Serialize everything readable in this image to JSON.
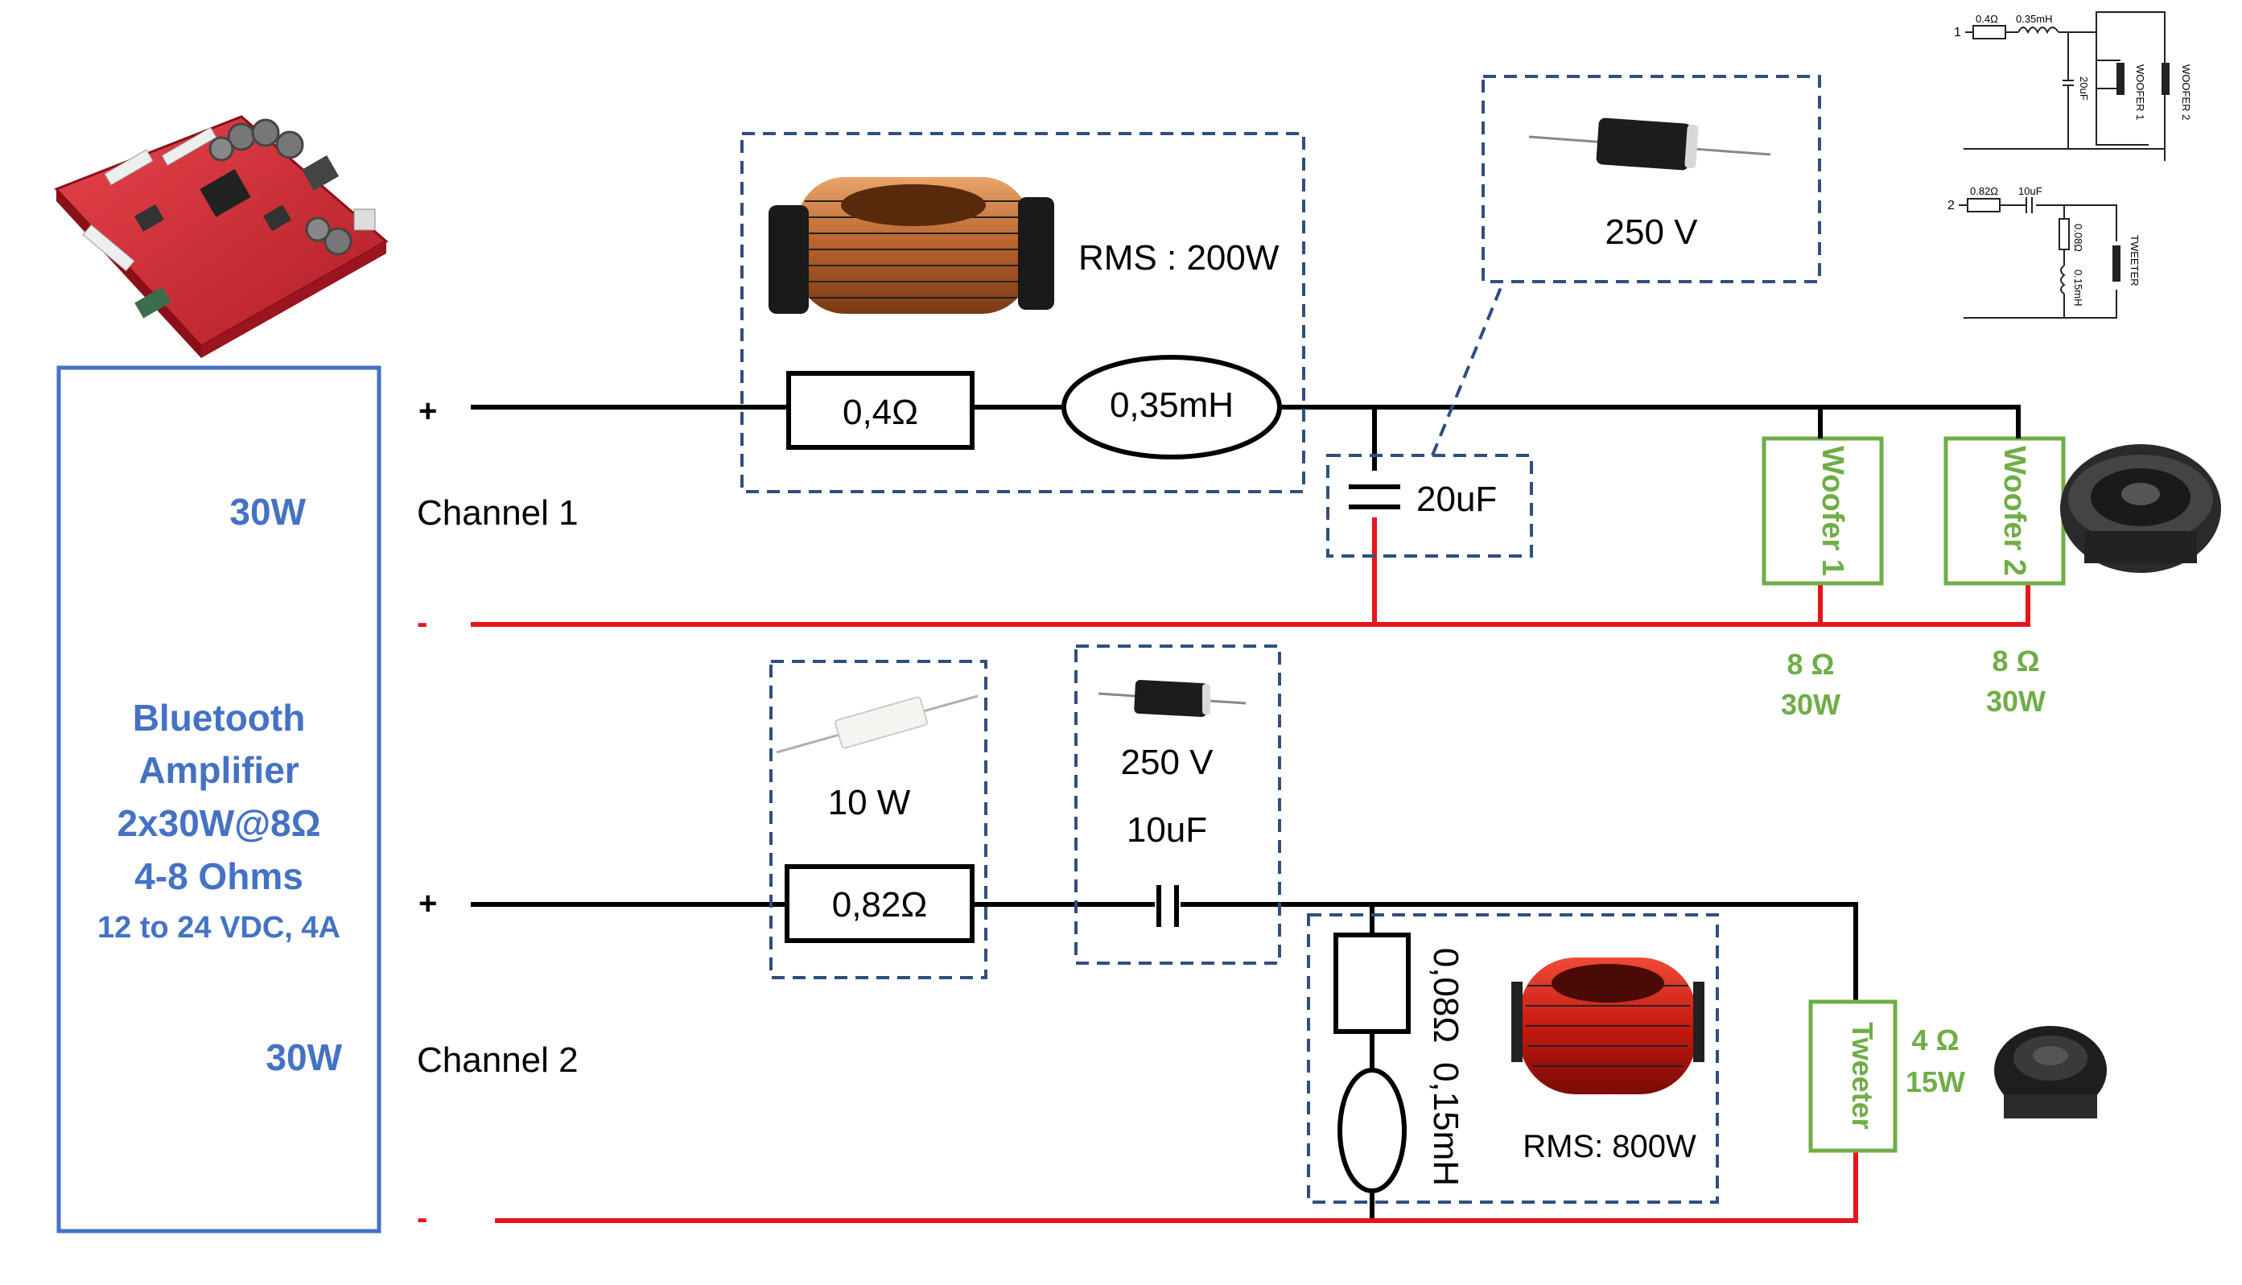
{
  "amplifier": {
    "name_line1": "Bluetooth",
    "name_line2": "Amplifier",
    "rating": "2x30W@8Ω",
    "impedance": "4-8 Ohms",
    "supply": "12 to 24 VDC, 4A",
    "ch1_power": "30W",
    "ch2_power": "30W"
  },
  "channel1": {
    "label": "Channel 1",
    "plus": "+",
    "minus": "-",
    "resistor": "0,4Ω",
    "inductor": "0,35mH",
    "inductor_rms": "RMS : 200W",
    "capacitor": "20uF",
    "capacitor_voltage": "250 V",
    "woofer1": "Woofer 1",
    "woofer2": "Woofer 2",
    "woofer1_impedance": "8 Ω",
    "woofer1_power": "30W",
    "woofer2_impedance": "8 Ω",
    "woofer2_power": "30W"
  },
  "channel2": {
    "label": "Channel 2",
    "plus": "+",
    "minus": "-",
    "resistor": "0,82Ω",
    "resistor_power": "10 W",
    "capacitor_voltage": "250 V",
    "capacitor": "10uF",
    "shunt_resistor": "0,08Ω",
    "shunt_inductor": "0,15mH",
    "inductor_rms": "RMS: 800W",
    "tweeter": "Tweeter",
    "tweeter_impedance": "4 Ω",
    "tweeter_power": "15W"
  },
  "mini_schematic": {
    "n1": "1",
    "r1": "0.4Ω",
    "l1": "0.35mH",
    "c1": "20uF",
    "woofer1": "WOOFER 1",
    "woofer2": "WOOFER 2",
    "n2": "2",
    "r2": "0.82Ω",
    "c2": "10uF",
    "r3": "0.08Ω",
    "l3": "0.15mH",
    "tweeter": "TWEETER"
  },
  "colors": {
    "amp_text": "#4472C4",
    "speaker": "#70AD47",
    "negative_wire": "#E8141C",
    "dashed_box": "#2F4F7F"
  }
}
